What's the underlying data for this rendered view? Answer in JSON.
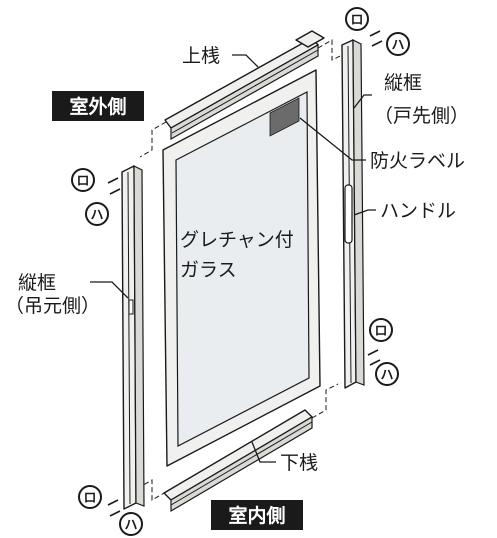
{
  "labels": {
    "top_rail": "上桟",
    "outdoor_side": "室外側",
    "stile_door_tip": "縦框",
    "stile_door_tip_sub": "（戸先側）",
    "fire_label": "防火ラベル",
    "handle": "ハンドル",
    "glass_line1": "グレチャン付",
    "glass_line2": "ガラス",
    "stile_hinge": "縦框",
    "stile_hinge_sub": "（吊元側）",
    "bottom_rail": "下桟",
    "indoor_side": "室内側"
  },
  "screw_marks": {
    "ro": "ロ",
    "ha": "ハ"
  },
  "colors": {
    "badge_bg": "#1a1a1a",
    "label_plate": "#6b6b6b",
    "glass": "#e9edf0",
    "frame": "#f0f0ee"
  }
}
